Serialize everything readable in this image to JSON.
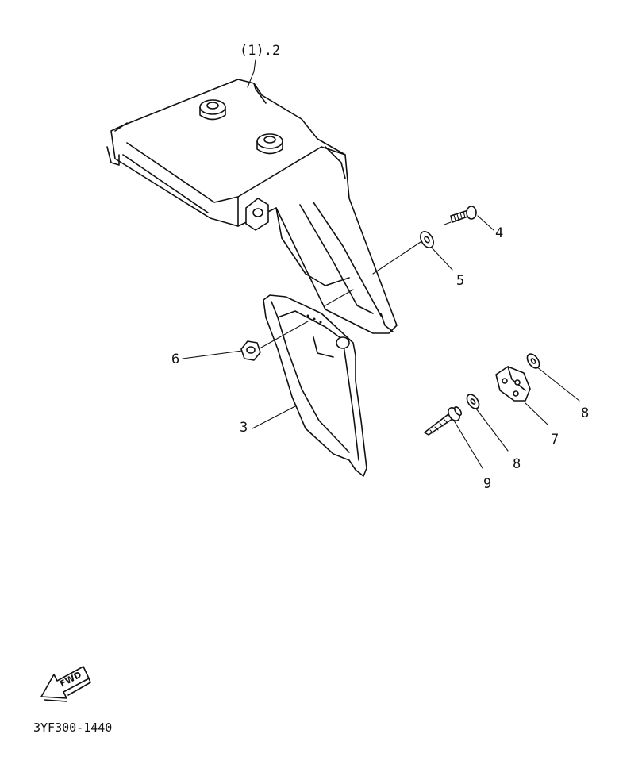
{
  "labels": {
    "p1": "(1).2",
    "p3": "3",
    "p4": "4",
    "p5": "5",
    "p6": "6",
    "p7": "7",
    "p8a": "8",
    "p8b": "8",
    "p9": "9"
  },
  "fwd_label": "FWD",
  "drawing_code": "3YF300-1440"
}
